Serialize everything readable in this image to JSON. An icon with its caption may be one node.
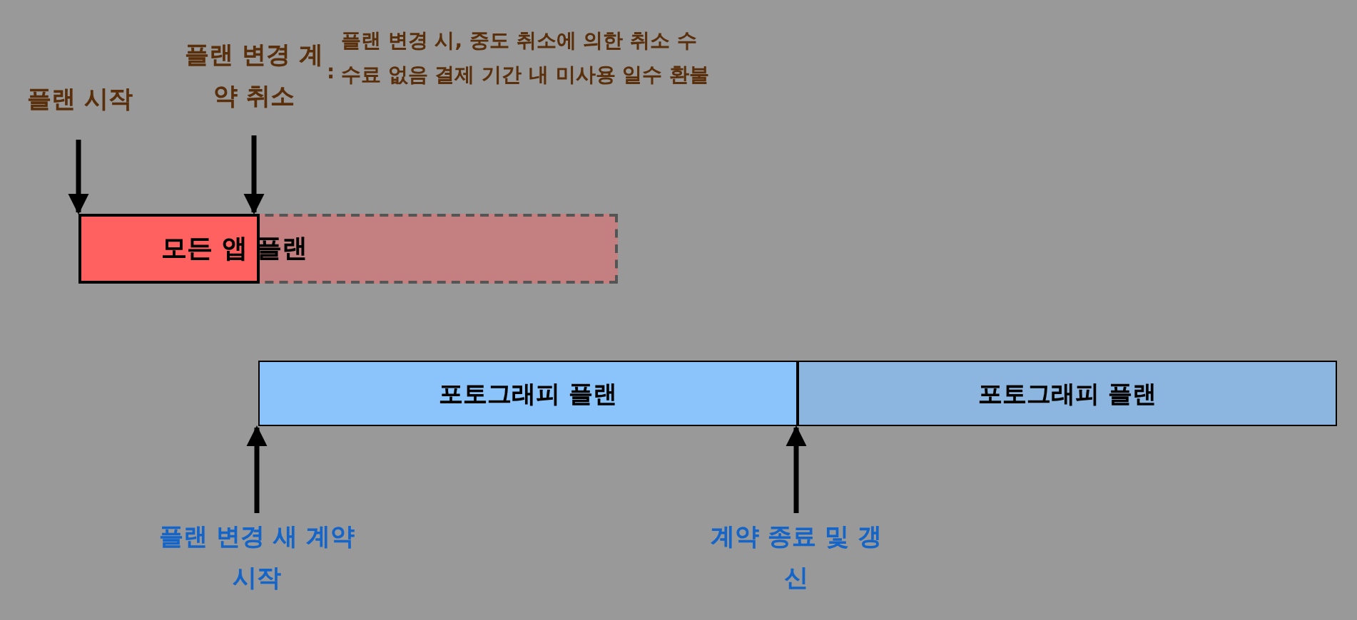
{
  "diagram": {
    "nodes": [
      {
        "text": [
          "플랜 시작"
        ]
      },
      {
        "text": [
          "플랜 변경 계약 취소"
        ],
        "beside": [
          ":",
          "플랜 변경 시, 중도 취소에 의한 취소 수수료 없음 결제 기간 내 미사용 일수 환불"
        ]
      },
      {
        "text": [
          "모든 앱 플랜"
        ]
      },
      {
        "text": [
          "포토그래피 플랜"
        ]
      },
      {
        "text": [
          "포토그래피 플랜"
        ]
      },
      {
        "text": [
          "플랜 변경 새 계약 시작"
        ]
      },
      {
        "text": [
          "계약 종료 및 갱신"
        ]
      }
    ],
    "edges": [
      {
        "from": 0,
        "to": 2,
        "arrow": "to"
      },
      {
        "from": 1,
        "to": 2,
        "arrow": "to"
      },
      {
        "from": 5,
        "to": 3,
        "arrow": "to"
      },
      {
        "from": 6,
        "to": 3,
        "arrow": "to"
      }
    ]
  }
}
